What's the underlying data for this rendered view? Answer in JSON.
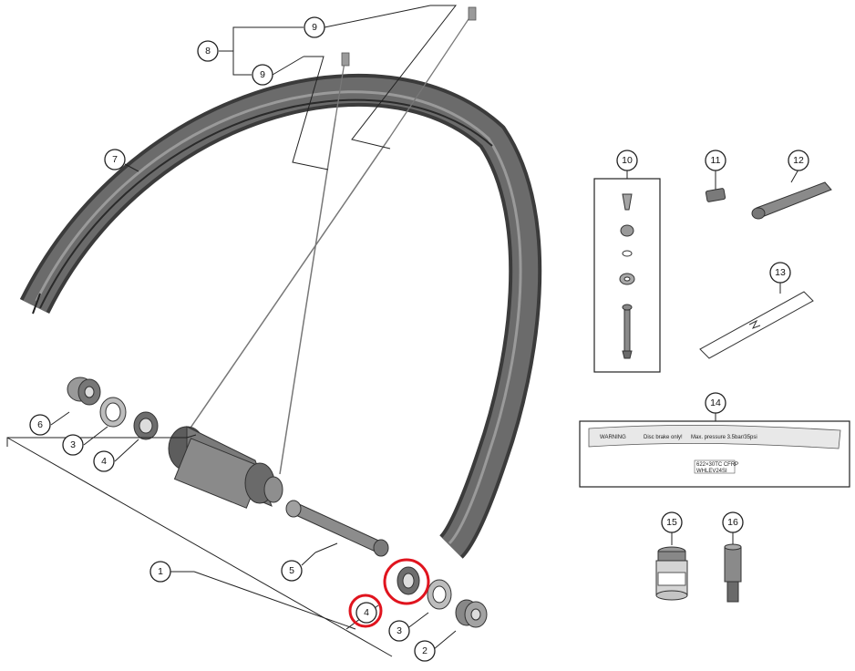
{
  "callouts": {
    "c1": "1",
    "c2": "2",
    "c3a": "3",
    "c3b": "3",
    "c4a": "4",
    "c4b": "4",
    "c5": "5",
    "c6": "6",
    "c7": "7",
    "c8": "8",
    "c9a": "9",
    "c9b": "9",
    "c10": "10",
    "c11": "11",
    "c12": "12",
    "c13": "13",
    "c14": "14",
    "c15": "15",
    "c16": "16"
  },
  "sticker": {
    "warning": "WARNING",
    "disc_brake": "Disc brake only!",
    "max_pressure": "Max. pressure 3.5bar/35psi",
    "size": "622×30TC CFRP",
    "model": "WHLEV24SI"
  },
  "colors": {
    "highlight": "#e0141e",
    "rim": "#4d4d4d",
    "parts": "#8a8a8a"
  }
}
